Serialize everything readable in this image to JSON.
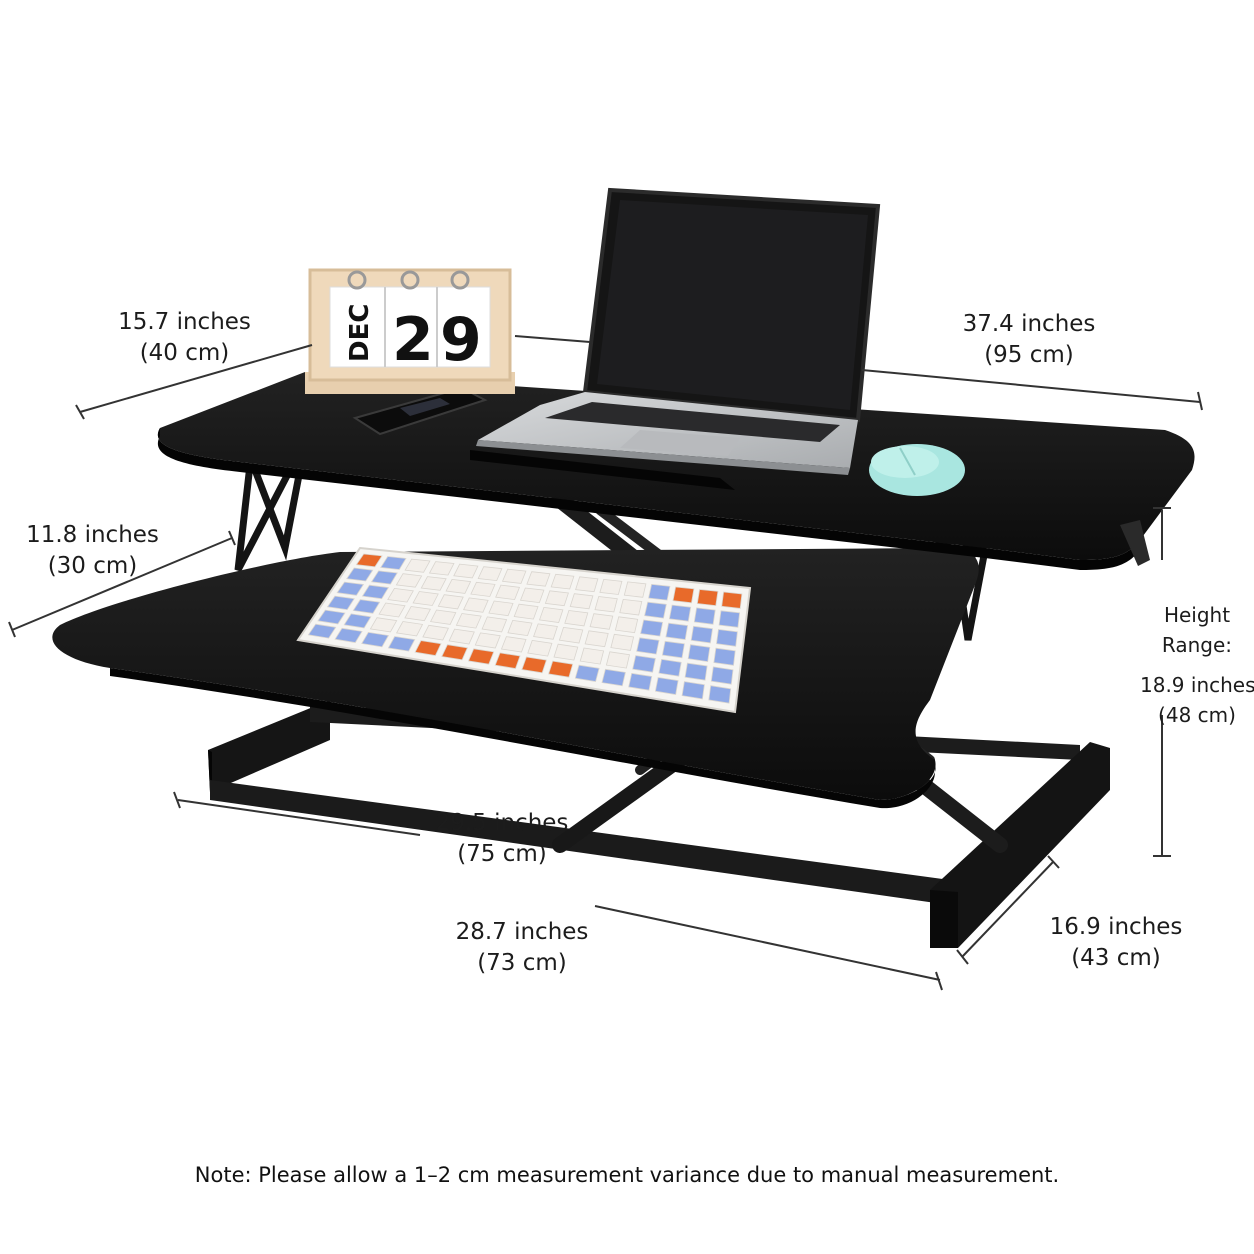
{
  "calendar": {
    "month": "DEC",
    "day_tens": "2",
    "day_ones": "9"
  },
  "dimensions": {
    "top_depth": {
      "inches": "15.7 inches",
      "cm": "(40 cm)"
    },
    "top_width": {
      "inches": "37.4 inches",
      "cm": "(95 cm)"
    },
    "tray_depth": {
      "inches": "11.8 inches",
      "cm": "(30 cm)"
    },
    "tray_width": {
      "inches": "29.5 inches",
      "cm": "(75 cm)"
    },
    "base_width": {
      "inches": "28.7 inches",
      "cm": "(73 cm)"
    },
    "base_depth": {
      "inches": "16.9 inches",
      "cm": "(43 cm)"
    },
    "height_range": {
      "line1": "Height",
      "line2": "Range:",
      "inches": "18.9 inches",
      "cm": "(48 cm)"
    }
  },
  "note": "Note: Please allow a 1–2 cm measurement variance due to manual measurement.",
  "colors": {
    "desk": "#121212",
    "frame": "#1a1a1a",
    "dimension_line": "#333333",
    "keycap_blue": "#8fa9e6",
    "keycap_orange": "#e86a2a",
    "keycap_white": "#f3efea",
    "mouse": "#a9e6e0",
    "laptop_body": "#c9cbcd",
    "calendar_wood": "#efd9bb"
  }
}
